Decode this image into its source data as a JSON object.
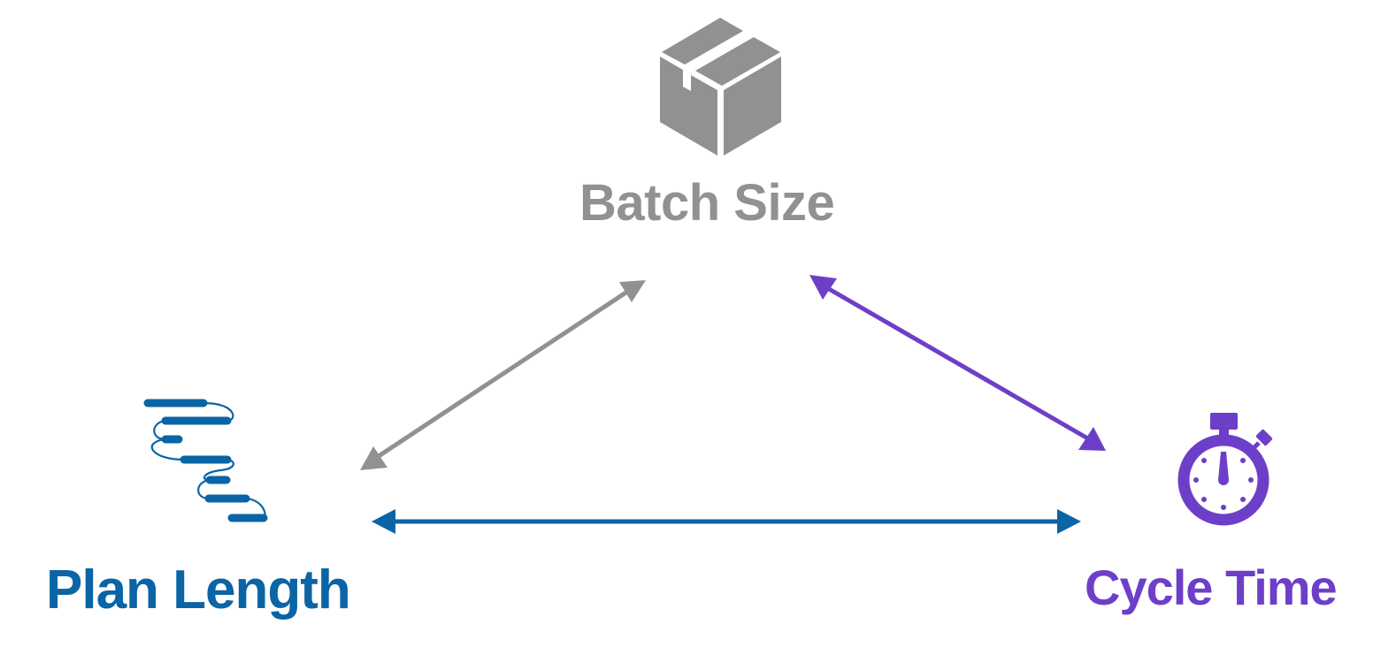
{
  "colors": {
    "batch": "#919191",
    "plan": "#0a64a5",
    "cycle": "#6d3fc9",
    "background": "#ffffff"
  },
  "nodes": {
    "batch": {
      "label": "Batch Size",
      "icon": "box-icon"
    },
    "plan": {
      "label": "Plan Length",
      "icon": "gantt-plan-icon"
    },
    "cycle": {
      "label": "Cycle Time",
      "icon": "stopwatch-icon"
    }
  },
  "edges": [
    {
      "from": "plan",
      "to": "batch",
      "color": "batch",
      "direction": "both"
    },
    {
      "from": "batch",
      "to": "cycle",
      "color": "cycle",
      "direction": "both"
    },
    {
      "from": "plan",
      "to": "cycle",
      "color": "plan",
      "direction": "both"
    }
  ]
}
